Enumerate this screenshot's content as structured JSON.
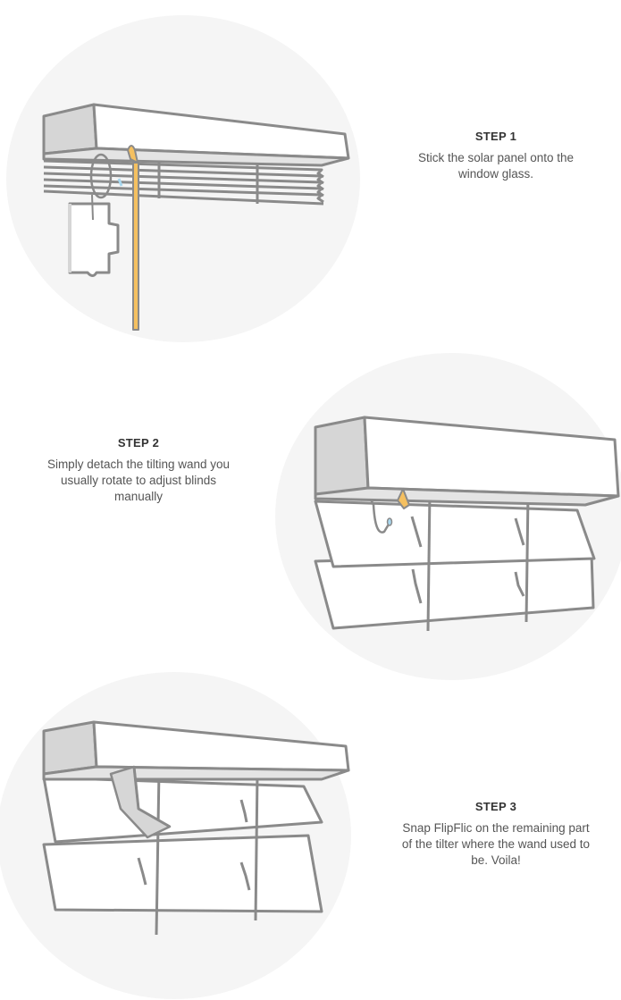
{
  "steps": [
    {
      "title": "STEP 1",
      "text": "Stick the solar panel onto the window glass."
    },
    {
      "title": "STEP 2",
      "text": "Simply detach the tilting wand you usually rotate to adjust blinds manually"
    },
    {
      "title": "STEP 3",
      "text": "Snap FlipFlic on the remaining part of the tilter where the wand used to be. Voila!"
    }
  ],
  "colors": {
    "circle": "#f5f5f5",
    "line": "#8a8a8a",
    "side": "#d6d6d6",
    "wand": "#f5c060",
    "clip": "#a8d8f0"
  }
}
